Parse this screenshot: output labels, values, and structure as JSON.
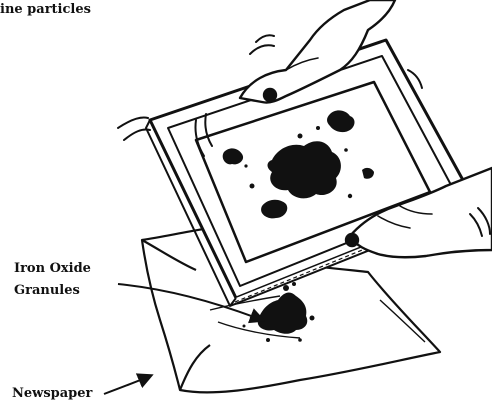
{
  "labels": {
    "fine_particles": "ine particles",
    "iron_oxide_line1": "Iron Oxide",
    "iron_oxide_line2": "Granules",
    "newspaper": "Newspaper"
  }
}
